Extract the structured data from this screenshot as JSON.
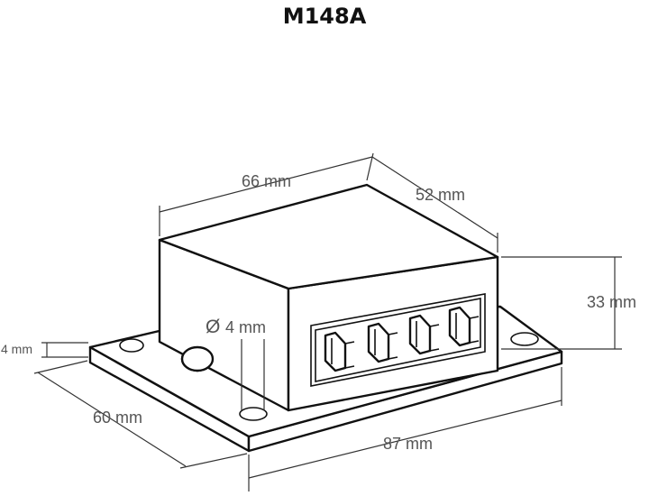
{
  "title": "M148A",
  "dimensions": {
    "width": "66 mm",
    "depth": "52 mm",
    "height": "33 mm",
    "hole": "4 mm",
    "hole_symbol": "Ø",
    "plate_thickness": "4 mm",
    "plate_depth": "60 mm",
    "plate_length": "87 mm"
  },
  "terminals": {
    "count": 4
  }
}
